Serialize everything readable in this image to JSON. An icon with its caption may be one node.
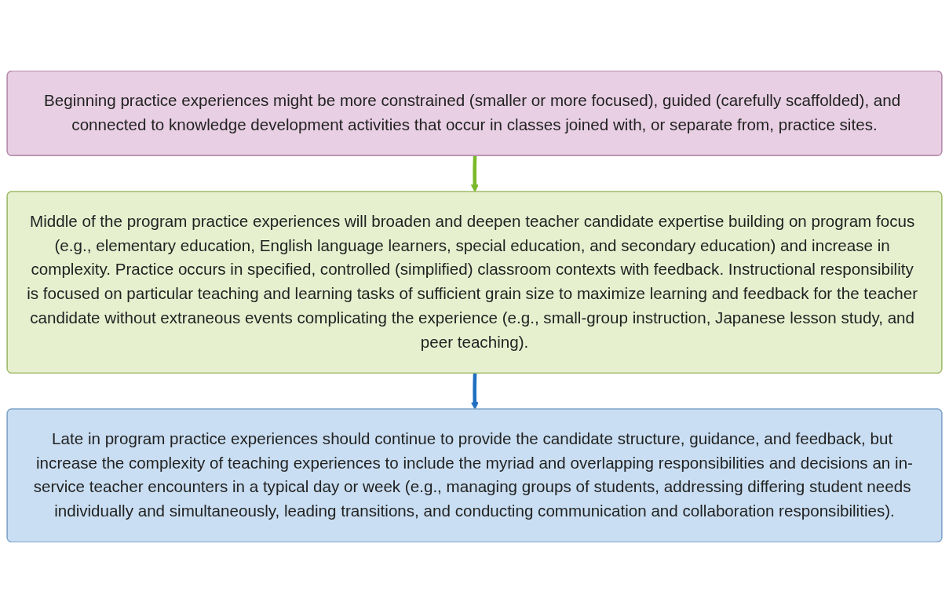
{
  "diagram": {
    "nodes": [
      {
        "text": [
          "Beginning practice experiences might be more constrained (smaller or more focused), guided (carefully scaffolded), and connected to knowledge development activities that occur in classes joined with, or separate from, practice sites."
        ]
      },
      {
        "text": [
          "Middle of the program practice experiences will broaden and deepen teacher candidate expertise building on program focus (e.g., elementary education, English language learners, special education, and secondary education) and increase in complexity. Practice occurs in specified, controlled (simplified) classroom contexts with feedback. Instructional responsibility is focused on particular teaching and learning tasks of sufficient grain size to maximize learning and feedback for the teacher candidate without extraneous events complicating the experience (e.g., small-group instruction, Japanese lesson study, and peer teaching)."
        ]
      },
      {
        "text": [
          "Late in program practice experiences should continue to provide the candidate structure, guidance, and feedback, but increase the complexity of teaching experiences to include the myriad and overlapping responsibilities and decisions an in-service teacher encounters in a typical day or week (e.g., managing groups of students, addressing differing student needs individually and simultaneously, leading transitions, and conducting communication and collaboration responsibilities)."
        ]
      }
    ],
    "edges": [
      {
        "from": 0,
        "to": 1,
        "arrow": "to",
        "color": "#7ab929"
      },
      {
        "from": 1,
        "to": 2,
        "arrow": "to",
        "color": "#1f6fc0"
      }
    ]
  }
}
